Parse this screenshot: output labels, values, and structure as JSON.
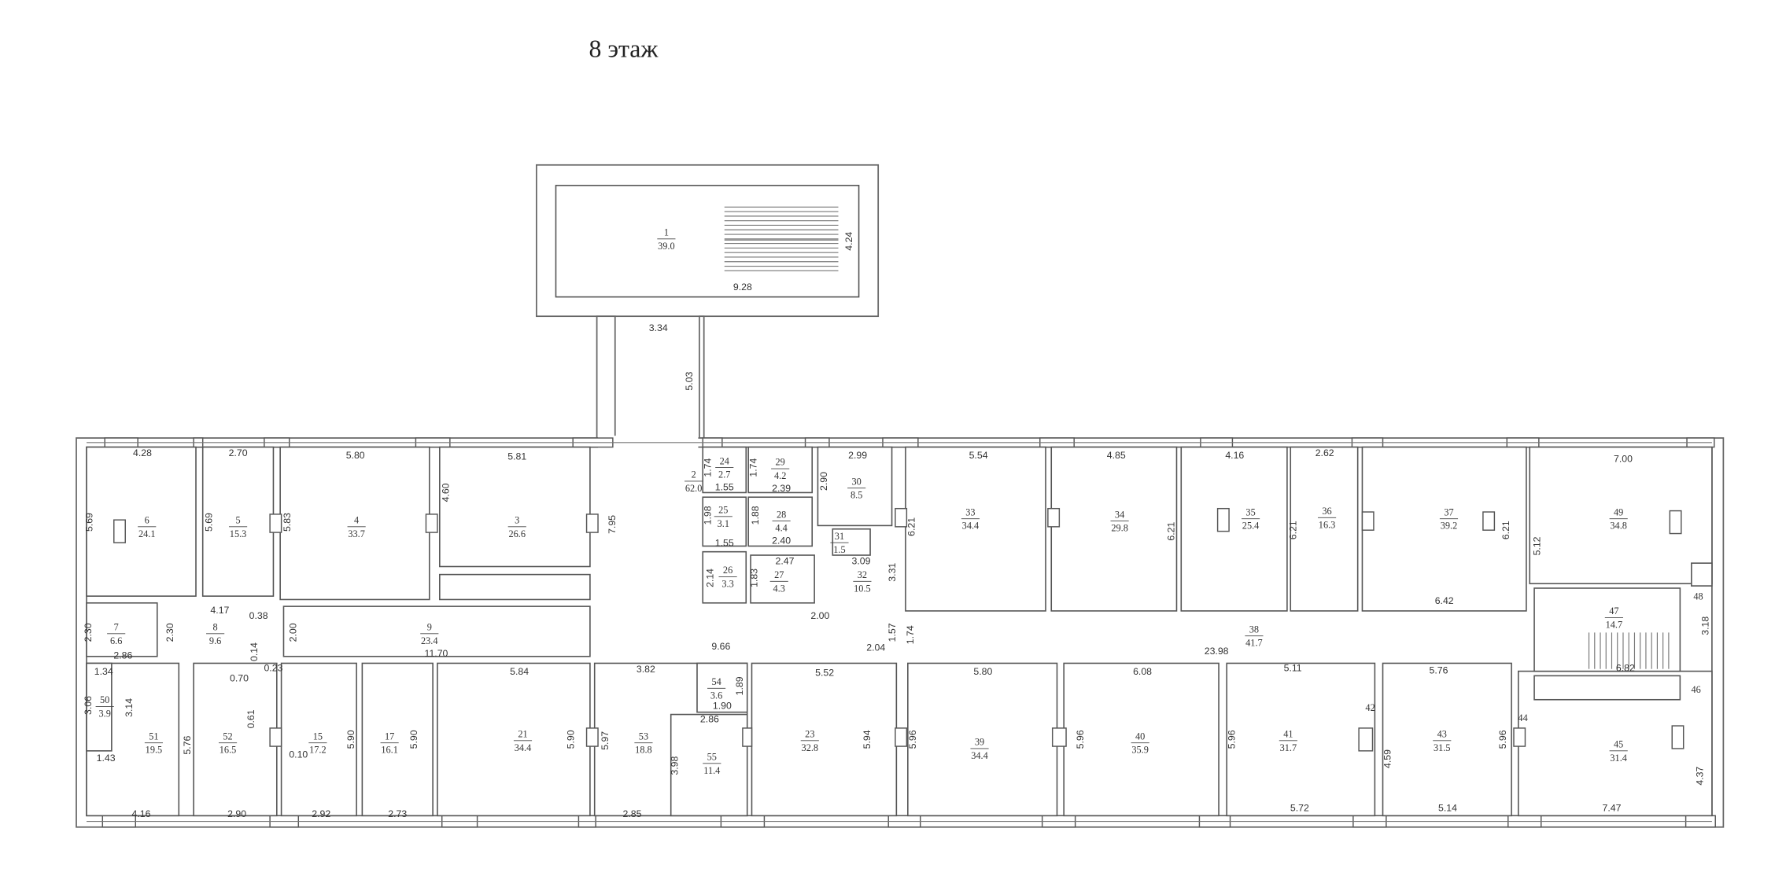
{
  "title": "8 этаж",
  "rooms": [
    {
      "number": "1",
      "area": "39.0"
    },
    {
      "number": "2",
      "area": "62.0"
    },
    {
      "number": "3",
      "area": "26.6"
    },
    {
      "number": "4",
      "area": "33.7"
    },
    {
      "number": "5",
      "area": "15.3"
    },
    {
      "number": "6",
      "area": "24.1"
    },
    {
      "number": "7",
      "area": "6.6"
    },
    {
      "number": "8",
      "area": "9.6"
    },
    {
      "number": "9",
      "area": "23.4"
    },
    {
      "number": "50",
      "area": "3.9"
    },
    {
      "number": "51",
      "area": "19.5"
    },
    {
      "number": "52",
      "area": "16.5"
    },
    {
      "number": "15",
      "area": "17.2"
    },
    {
      "number": "17",
      "area": "16.1"
    },
    {
      "number": "21",
      "area": "34.4"
    },
    {
      "number": "53",
      "area": "18.8"
    },
    {
      "number": "54",
      "area": "3.6"
    },
    {
      "number": "55",
      "area": "11.4"
    },
    {
      "number": "23",
      "area": "32.8"
    },
    {
      "number": "39",
      "area": "34.4"
    },
    {
      "number": "40",
      "area": "35.9"
    },
    {
      "number": "41",
      "area": "31.7"
    },
    {
      "number": "43",
      "area": "31.5"
    },
    {
      "number": "45",
      "area": "31.4"
    },
    {
      "number": "24",
      "area": "2.7"
    },
    {
      "number": "29",
      "area": "4.2"
    },
    {
      "number": "25",
      "area": "3.1"
    },
    {
      "number": "28",
      "area": "4.4"
    },
    {
      "number": "26",
      "area": "3.3"
    },
    {
      "number": "27",
      "area": "4.3"
    },
    {
      "number": "30",
      "area": "8.5"
    },
    {
      "number": "31",
      "area": "1.5"
    },
    {
      "number": "32",
      "area": "10.5"
    },
    {
      "number": "33",
      "area": "34.4"
    },
    {
      "number": "34",
      "area": "29.8"
    },
    {
      "number": "35",
      "area": "25.4"
    },
    {
      "number": "36",
      "area": "16.3"
    },
    {
      "number": "37",
      "area": "39.2"
    },
    {
      "number": "49",
      "area": "34.8"
    },
    {
      "number": "38",
      "area": "41.7"
    },
    {
      "number": "47",
      "area": "14.7"
    }
  ],
  "room_tags": [
    "48",
    "46",
    "44",
    "42"
  ],
  "dimensions": [
    "4.28",
    "2.70",
    "5.80",
    "5.81",
    "5.69",
    "5.69",
    "5.83",
    "4.60",
    "7.95",
    "4.17",
    "0.38",
    "2.30",
    "2.30",
    "2.86",
    "2.00",
    "0.14",
    "11.70",
    "0.23",
    "1.34",
    "0.70",
    "3.06",
    "3.14",
    "0.61",
    "1.43",
    "5.76",
    "0.10",
    "5.90",
    "5.90",
    "5.84",
    "5.90",
    "5.97",
    "4.16",
    "2.90",
    "2.92",
    "2.73",
    "2.99",
    "1.74",
    "1.74",
    "1.55",
    "2.39",
    "2.90",
    "1.98",
    "1.88",
    "1.55",
    "2.40",
    "6.21",
    "2.47",
    "3.09",
    "3.31",
    "2.14",
    "1.83",
    "2.00",
    "1.57",
    "1.74",
    "2.04",
    "9.66",
    "3.82",
    "5.52",
    "1.89",
    "1.90",
    "2.86",
    "3.98",
    "2.85",
    "5.94",
    "5.96",
    "5.96",
    "5.54",
    "4.85",
    "6.21",
    "5.80",
    "6.08",
    "4.16",
    "2.62",
    "6.21",
    "6.21",
    "5.12",
    "7.00",
    "6.42",
    "23.98",
    "5.11",
    "5.76",
    "3.18",
    "6.82",
    "5.96",
    "4.59",
    "5.96",
    "4.37",
    "5.72",
    "5.14",
    "7.47",
    "9.28",
    "4.24",
    "3.34",
    "5.03"
  ]
}
